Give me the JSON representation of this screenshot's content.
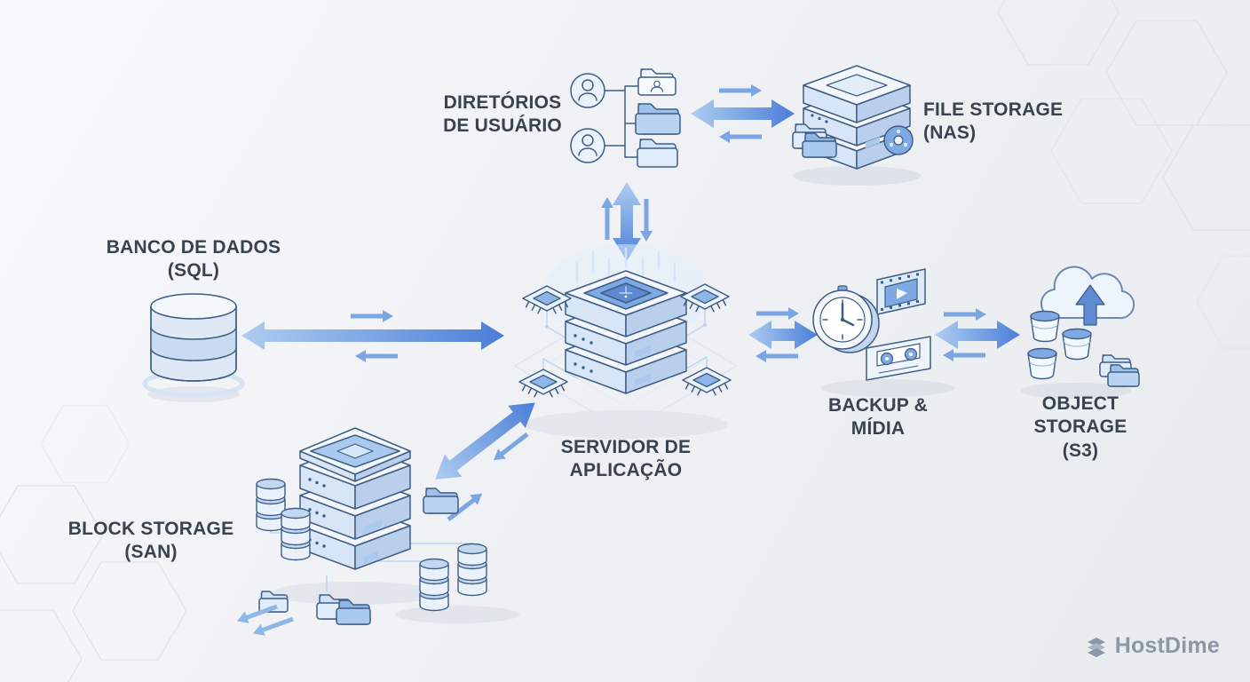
{
  "nodes": {
    "user_directories": {
      "label": [
        "DIRETÓRIOS",
        "DE USUÁRIO"
      ]
    },
    "file_storage_nas": {
      "label": [
        "FILE STORAGE",
        "(NAS)"
      ]
    },
    "banco_de_dados_sql": {
      "label": [
        "BANCO DE DADOS",
        "(SQL)"
      ]
    },
    "servidor_de_aplicacao": {
      "label": [
        "SERVIDOR DE",
        "APLICAÇÃO"
      ]
    },
    "block_storage_san": {
      "label": [
        "BLOCK STORAGE",
        "(SAN)"
      ]
    },
    "backup_midia": {
      "label": [
        "BACKUP &",
        "MÍDIA"
      ]
    },
    "object_storage_s3": {
      "label": [
        "OBJECT",
        "STORAGE",
        "(S3)"
      ]
    }
  },
  "connections": [
    {
      "from": "user_directories",
      "to": "file_storage_nas",
      "bidirectional": true
    },
    {
      "from": "user_directories",
      "to": "servidor_de_aplicacao",
      "bidirectional": true
    },
    {
      "from": "banco_de_dados_sql",
      "to": "servidor_de_aplicacao",
      "bidirectional": true
    },
    {
      "from": "block_storage_san",
      "to": "servidor_de_aplicacao",
      "bidirectional": true
    },
    {
      "from": "servidor_de_aplicacao",
      "to": "backup_midia",
      "bidirectional": true
    },
    {
      "from": "backup_midia",
      "to": "object_storage_s3",
      "bidirectional": true
    }
  ],
  "icons": {
    "user_directories": "users-with-folder-tree-icon",
    "file_storage_nas": "nas-server-folders-disk-icon",
    "banco_de_dados_sql": "database-cylinder-icon",
    "servidor_de_aplicacao": "server-stack-cpu-chips-icon",
    "block_storage_san": "san-array-disk-stacks-icon",
    "backup_midia": "clock-film-cassette-icon",
    "object_storage_s3": "cloud-upload-buckets-icon"
  },
  "branding": {
    "logo": "HostDime"
  },
  "colors": {
    "label_text": "#39424F",
    "arrow_gradient_start": "#AECDF0",
    "arrow_gradient_end": "#4B7ED8",
    "small_arrow": "#7CA6E3",
    "icon_stroke": "#3F5D84",
    "icon_fill_light": "#F2F7FD",
    "icon_fill_mid": "#B9D3F1",
    "icon_fill_accent": "#7FA9E4",
    "background": "#EDEFF2",
    "hexagon_line": "#E1E5EA",
    "logo_text": "#8B96A6"
  }
}
